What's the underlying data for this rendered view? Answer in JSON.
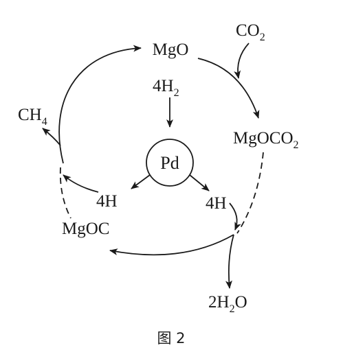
{
  "species": {
    "mgo": "MgO",
    "co2": {
      "main": "CO",
      "sub": "2"
    },
    "h2": {
      "coef": "4H",
      "sub": "2"
    },
    "pd": "Pd",
    "mgoco2": {
      "main": "MgOCO",
      "sub": "2"
    },
    "ch4": {
      "main": "CH",
      "sub": "4"
    },
    "h_left": "4H",
    "h_right": "4H",
    "mgoc": "MgOC",
    "h2o": {
      "coef": "2H",
      "sub": "2",
      "tail": "O"
    }
  },
  "caption": "图 2"
}
